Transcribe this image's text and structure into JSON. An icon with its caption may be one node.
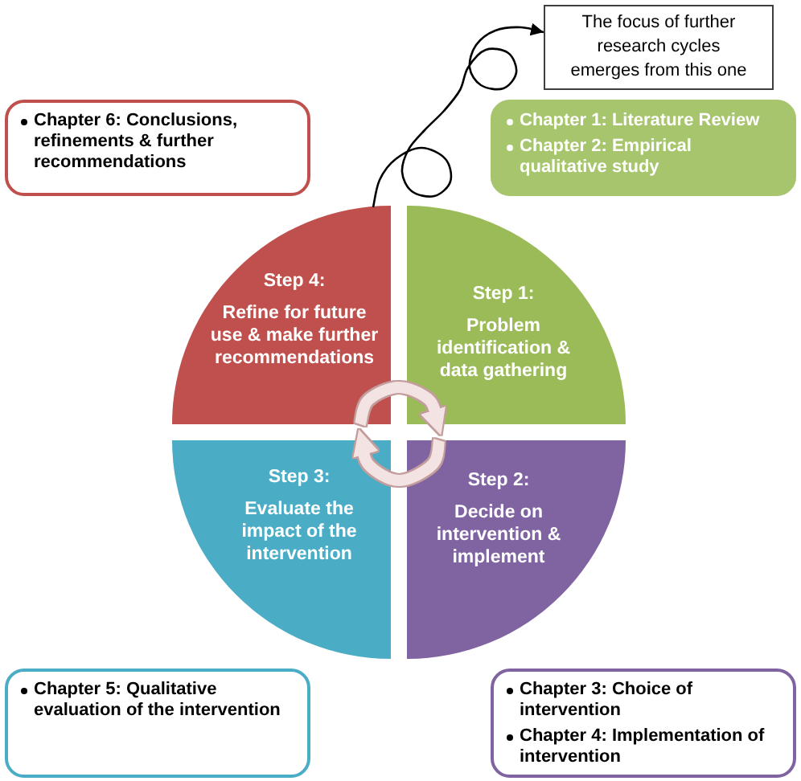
{
  "diagram": {
    "nodes": [
      {
        "text": [
          "The focus of further research cycles emerges from this one"
        ]
      },
      {
        "text": [
          "Chapter 6: Conclusions, refinements & further recommendations"
        ]
      },
      {
        "text": [
          "Chapter 1: Literature Review",
          "Chapter 2: Empirical qualitative study"
        ]
      },
      {
        "text": [
          "Step 4:",
          "Refine for future use & make further recommendations"
        ]
      },
      {
        "text": [
          "Step 1:",
          "Problem identification & data gathering"
        ]
      },
      {
        "text": [
          "Step 3:",
          "Evaluate the impact of the intervention"
        ]
      },
      {
        "text": [
          "Step 2:",
          "Decide on intervention & implement"
        ]
      },
      {
        "text": [
          "Chapter 5: Qualitative evaluation of the intervention"
        ]
      },
      {
        "text": [
          "Chapter 3: Choice of intervention",
          "Chapter 4: Implementation of intervention"
        ]
      }
    ],
    "edges": [
      {
        "from": 3,
        "to": 4,
        "arrow": "to"
      },
      {
        "from": 6,
        "to": 5,
        "arrow": "to"
      },
      {
        "from": 3,
        "to": 0,
        "arrow": "to",
        "color": "#000000"
      }
    ]
  }
}
